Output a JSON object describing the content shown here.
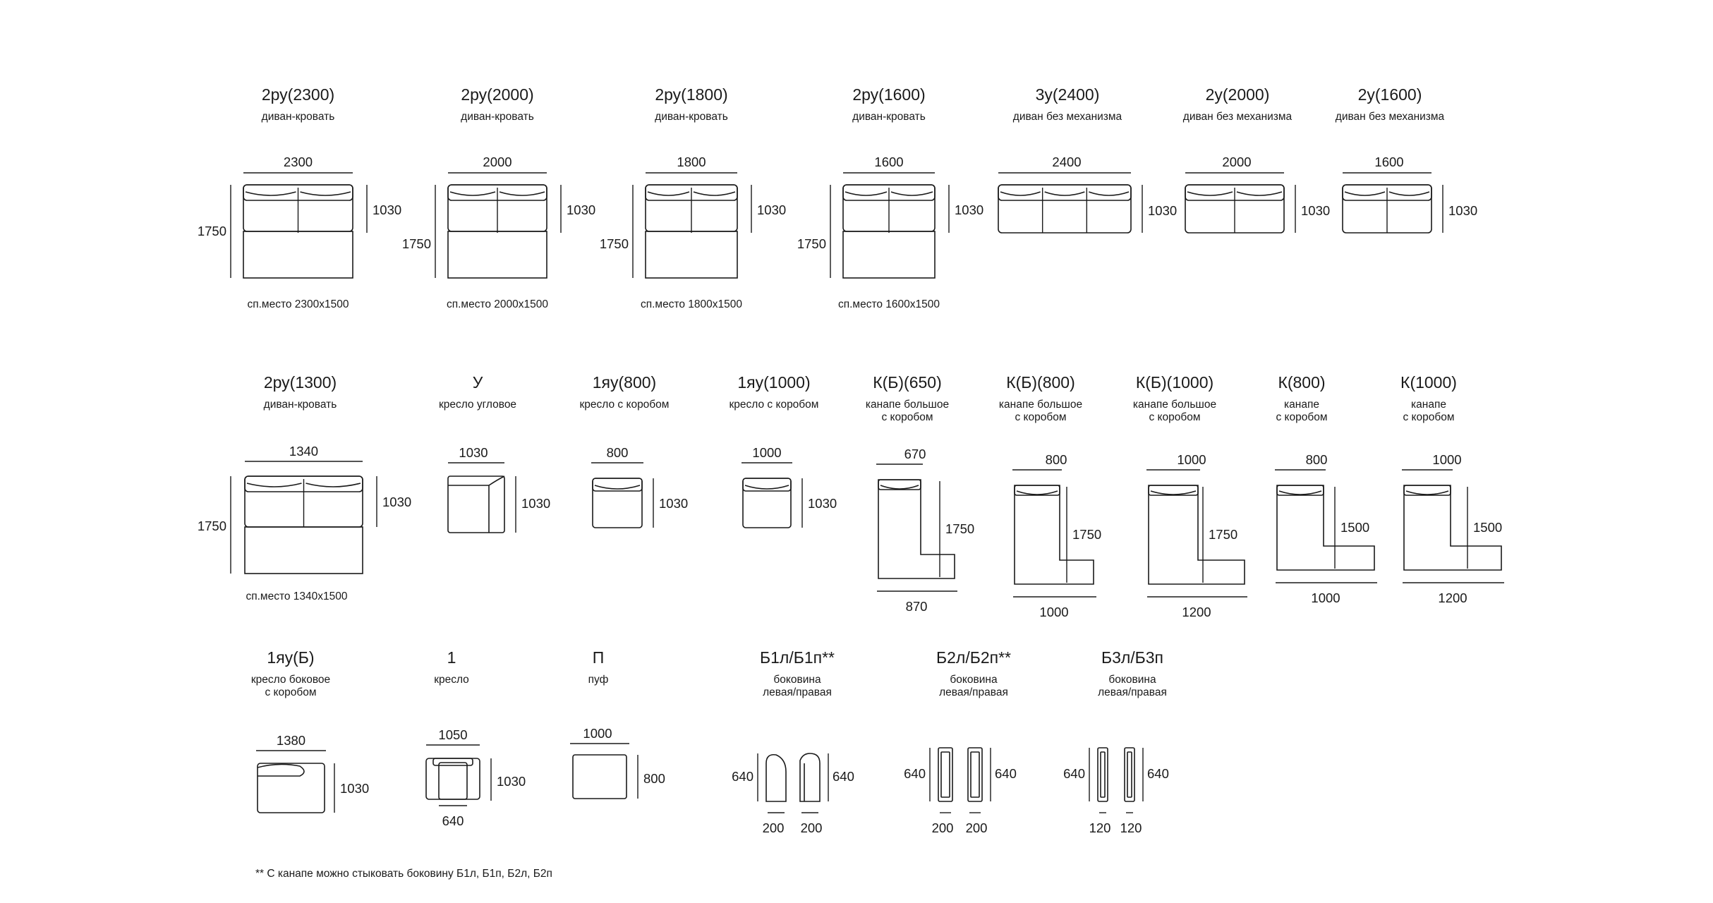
{
  "modules": [
    {
      "name": "2ру(2300)",
      "desc": [
        "диван-кровать"
      ],
      "width": "2300",
      "depth": "1030",
      "full": "1750",
      "note": "сп.место 2300х1500"
    },
    {
      "name": "2ру(2000)",
      "desc": [
        "диван-кровать"
      ],
      "width": "2000",
      "depth": "1030",
      "full": "1750",
      "note": "сп.место 2000х1500"
    },
    {
      "name": "2ру(1800)",
      "desc": [
        "диван-кровать"
      ],
      "width": "1800",
      "depth": "1030",
      "full": "1750",
      "note": "сп.место 1800х1500"
    },
    {
      "name": "2ру(1600)",
      "desc": [
        "диван-кровать"
      ],
      "width": "1600",
      "depth": "1030",
      "full": "1750",
      "note": "сп.место 1600х1500"
    },
    {
      "name": "3у(2400)",
      "desc": [
        "диван без механизма"
      ],
      "width": "2400",
      "depth": "1030"
    },
    {
      "name": "2у(2000)",
      "desc": [
        "диван без механизма"
      ],
      "width": "2000",
      "depth": "1030"
    },
    {
      "name": "2у(1600)",
      "desc": [
        "диван без механизма"
      ],
      "width": "1600",
      "depth": "1030"
    },
    {
      "name": "2ру(1300)",
      "desc": [
        "диван-кровать"
      ],
      "width": "1340",
      "depth": "1030",
      "full": "1750",
      "note": "сп.место 1340х1500"
    },
    {
      "name": "У",
      "desc": [
        "кресло угловое"
      ],
      "width": "1030",
      "depth": "1030"
    },
    {
      "name": "1яу(800)",
      "desc": [
        "кресло с коробом"
      ],
      "width": "800",
      "depth": "1030"
    },
    {
      "name": "1яу(1000)",
      "desc": [
        "кресло с коробом"
      ],
      "width": "1000",
      "depth": "1030"
    },
    {
      "name": "К(Б)(650)",
      "desc": [
        "канапе большое",
        "с коробом"
      ],
      "width": "670",
      "depth": "1750",
      "bottom": "870"
    },
    {
      "name": "К(Б)(800)",
      "desc": [
        "канапе большое",
        "с коробом"
      ],
      "width": "800",
      "depth": "1750",
      "bottom": "1000"
    },
    {
      "name": "К(Б)(1000)",
      "desc": [
        "канапе большое",
        "с коробом"
      ],
      "width": "1000",
      "depth": "1750",
      "bottom": "1200"
    },
    {
      "name": "К(800)",
      "desc": [
        "канапе",
        "с коробом"
      ],
      "width": "800",
      "depth": "1500",
      "bottom": "1000"
    },
    {
      "name": "К(1000)",
      "desc": [
        "канапе",
        "с коробом"
      ],
      "width": "1000",
      "depth": "1500",
      "bottom": "1200"
    },
    {
      "name": "1яу(Б)",
      "desc": [
        "кресло боковое",
        "с коробом"
      ],
      "width": "1380",
      "depth": "1030"
    },
    {
      "name": "1",
      "desc": [
        "кресло"
      ],
      "width": "1050",
      "depth": "1030",
      "bottom": "640"
    },
    {
      "name": "П",
      "desc": [
        "пуф"
      ],
      "width": "1000",
      "depth": "800"
    },
    {
      "name": "Б1л/Б1п**",
      "desc": [
        "боковина",
        "левая/правая"
      ],
      "height": "640",
      "widths": [
        "200",
        "200"
      ]
    },
    {
      "name": "Б2л/Б2п**",
      "desc": [
        "боковина",
        "левая/правая"
      ],
      "height": "640",
      "widths": [
        "200",
        "200"
      ]
    },
    {
      "name": "Б3л/Б3п",
      "desc": [
        "боковина",
        "левая/правая"
      ],
      "height": "640",
      "widths": [
        "120",
        "120"
      ]
    }
  ],
  "footnote": "** С канапе можно стыковать боковину Б1л, Б1п, Б2л, Б2п",
  "colors": {
    "line": "#1a1a1a",
    "background": "#ffffff"
  }
}
